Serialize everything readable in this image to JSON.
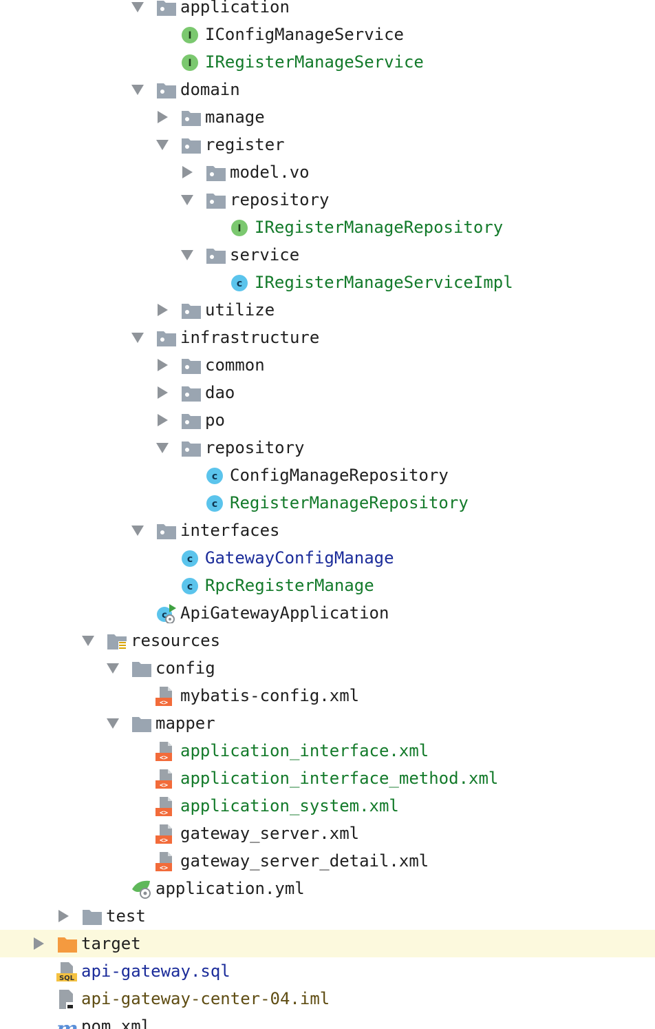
{
  "colors": {
    "default": "#1f1f1f",
    "added": "#137a2a",
    "modified": "#1b2c9a",
    "unversioned": "#5f4d13",
    "selected_row": "#fcf9dd",
    "folder_gray": "#9aa5b1",
    "folder_orange": "#f49a3f",
    "interface_badge": "#7bc86f",
    "class_badge": "#5bc4ec",
    "xml_badge": "#f26b3a"
  },
  "tree": [
    {
      "label": "application",
      "icon": "package-folder-icon",
      "expand": "expanded",
      "status": "default"
    },
    {
      "label": "IConfigManageService",
      "icon": "interface-icon",
      "expand": "none",
      "status": "default"
    },
    {
      "label": "IRegisterManageService",
      "icon": "interface-icon",
      "expand": "none",
      "status": "added"
    },
    {
      "label": "domain",
      "icon": "package-folder-icon",
      "expand": "expanded",
      "status": "default"
    },
    {
      "label": "manage",
      "icon": "package-folder-icon",
      "expand": "collapsed",
      "status": "default"
    },
    {
      "label": "register",
      "icon": "package-folder-icon",
      "expand": "expanded",
      "status": "default"
    },
    {
      "label": "model.vo",
      "icon": "package-folder-icon",
      "expand": "collapsed",
      "status": "default"
    },
    {
      "label": "repository",
      "icon": "package-folder-icon",
      "expand": "expanded",
      "status": "default"
    },
    {
      "label": "IRegisterManageRepository",
      "icon": "interface-icon",
      "expand": "none",
      "status": "added"
    },
    {
      "label": "service",
      "icon": "package-folder-icon",
      "expand": "expanded",
      "status": "default"
    },
    {
      "label": "IRegisterManageServiceImpl",
      "icon": "class-icon",
      "expand": "none",
      "status": "added"
    },
    {
      "label": "utilize",
      "icon": "package-folder-icon",
      "expand": "collapsed",
      "status": "default"
    },
    {
      "label": "infrastructure",
      "icon": "package-folder-icon",
      "expand": "expanded",
      "status": "default"
    },
    {
      "label": "common",
      "icon": "package-folder-icon",
      "expand": "collapsed",
      "status": "default"
    },
    {
      "label": "dao",
      "icon": "package-folder-icon",
      "expand": "collapsed",
      "status": "default"
    },
    {
      "label": "po",
      "icon": "package-folder-icon",
      "expand": "collapsed",
      "status": "default"
    },
    {
      "label": "repository",
      "icon": "package-folder-icon",
      "expand": "expanded",
      "status": "default"
    },
    {
      "label": "ConfigManageRepository",
      "icon": "class-icon",
      "expand": "none",
      "status": "default"
    },
    {
      "label": "RegisterManageRepository",
      "icon": "class-icon",
      "expand": "none",
      "status": "added"
    },
    {
      "label": "interfaces",
      "icon": "package-folder-icon",
      "expand": "expanded",
      "status": "default"
    },
    {
      "label": "GatewayConfigManage",
      "icon": "class-icon",
      "expand": "none",
      "status": "modified"
    },
    {
      "label": "RpcRegisterManage",
      "icon": "class-icon",
      "expand": "none",
      "status": "added"
    },
    {
      "label": "ApiGatewayApplication",
      "icon": "spring-boot-class-icon",
      "expand": "none",
      "status": "default"
    },
    {
      "label": "resources",
      "icon": "resources-folder-icon",
      "expand": "expanded",
      "status": "default"
    },
    {
      "label": "config",
      "icon": "folder-icon",
      "expand": "expanded",
      "status": "default"
    },
    {
      "label": "mybatis-config.xml",
      "icon": "xml-file-icon",
      "expand": "none",
      "status": "default"
    },
    {
      "label": "mapper",
      "icon": "folder-icon",
      "expand": "expanded",
      "status": "default"
    },
    {
      "label": "application_interface.xml",
      "icon": "xml-file-icon",
      "expand": "none",
      "status": "added"
    },
    {
      "label": "application_interface_method.xml",
      "icon": "xml-file-icon",
      "expand": "none",
      "status": "added"
    },
    {
      "label": "application_system.xml",
      "icon": "xml-file-icon",
      "expand": "none",
      "status": "added"
    },
    {
      "label": "gateway_server.xml",
      "icon": "xml-file-icon",
      "expand": "none",
      "status": "default"
    },
    {
      "label": "gateway_server_detail.xml",
      "icon": "xml-file-icon",
      "expand": "none",
      "status": "default"
    },
    {
      "label": "application.yml",
      "icon": "spring-config-icon",
      "expand": "none",
      "status": "default"
    },
    {
      "label": "test",
      "icon": "folder-icon",
      "expand": "collapsed",
      "status": "default"
    },
    {
      "label": "target",
      "icon": "excluded-folder-icon",
      "expand": "collapsed",
      "status": "default",
      "selected": true
    },
    {
      "label": "api-gateway.sql",
      "icon": "sql-file-icon",
      "expand": "none",
      "status": "modified"
    },
    {
      "label": "api-gateway-center-04.iml",
      "icon": "iml-file-icon",
      "expand": "none",
      "status": "unversioned"
    },
    {
      "label": "pom.xml",
      "icon": "maven-pom-icon",
      "expand": "none",
      "status": "default"
    }
  ]
}
